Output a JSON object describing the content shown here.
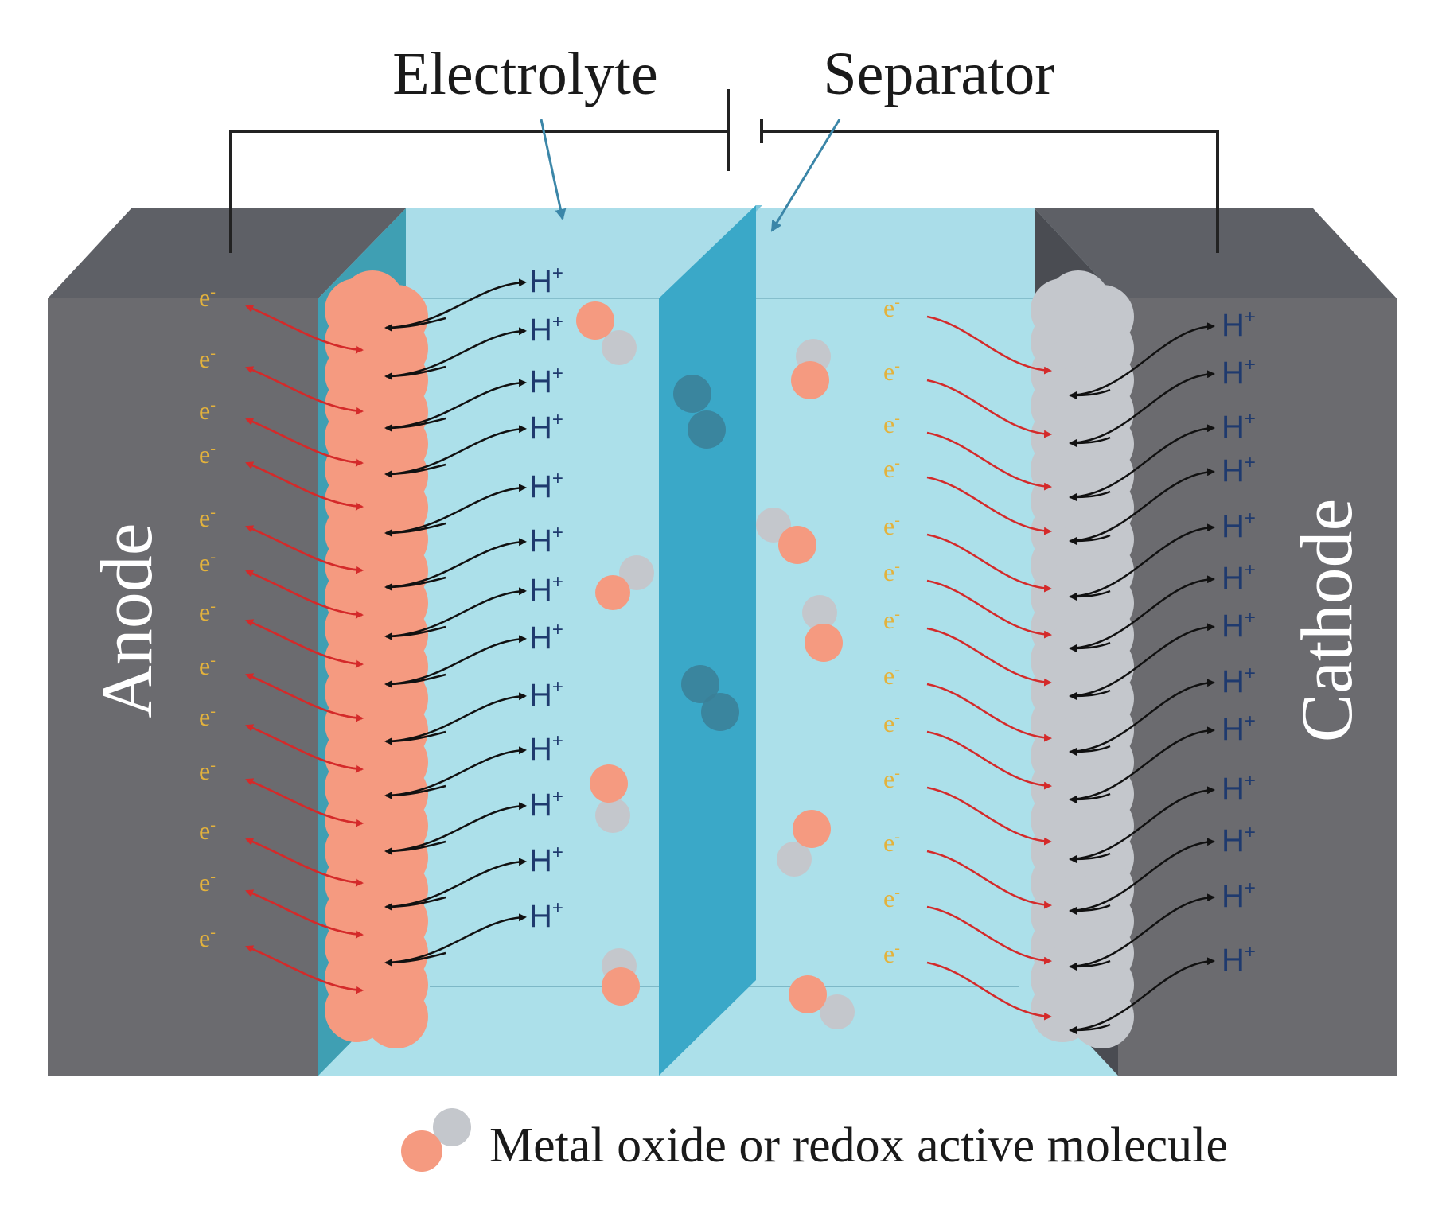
{
  "labels": {
    "electrolyte": "Electrolyte",
    "separator": "Separator",
    "anode": "Anode",
    "cathode": "Cathode",
    "legend": "Metal oxide or redox active molecule"
  },
  "symbols": {
    "electron": "e",
    "electron_sup": "-",
    "proton": "H",
    "proton_sup": "+"
  },
  "colors": {
    "electrode": "#6b6b6f",
    "electrode_top": "#5e6066",
    "electrolyte": "#ace0ea",
    "separator": "#3aa8c8",
    "metal_oxide_orange": "#f59a80",
    "metal_oxide_gray": "#c4c7cc",
    "electron_text": "#e3b23c",
    "proton_text": "#1f3a6e",
    "red_arrow": "#d42a2a"
  }
}
